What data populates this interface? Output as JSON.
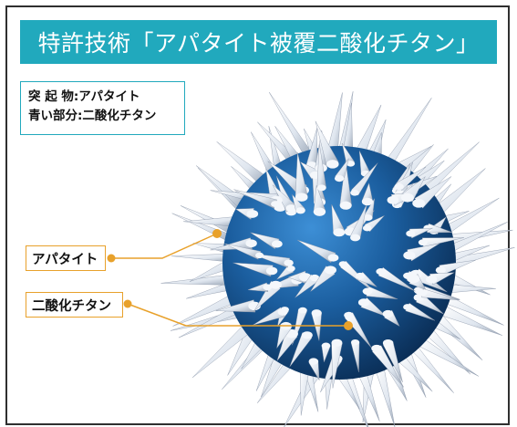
{
  "title": "特許技術「アパタイト被覆二酸化チタン」",
  "legend": {
    "line1": "突 起 物:アパタイト",
    "line2": "青い部分:二酸化チタン"
  },
  "callouts": {
    "apatite": "アパタイト",
    "tio2": "二酸化チタン"
  },
  "colors": {
    "title_bg": "#21a9bd",
    "callout_border": "#e8a12b",
    "sphere_blue": "#1b5e9f",
    "spike_white": "#e9eef5"
  }
}
